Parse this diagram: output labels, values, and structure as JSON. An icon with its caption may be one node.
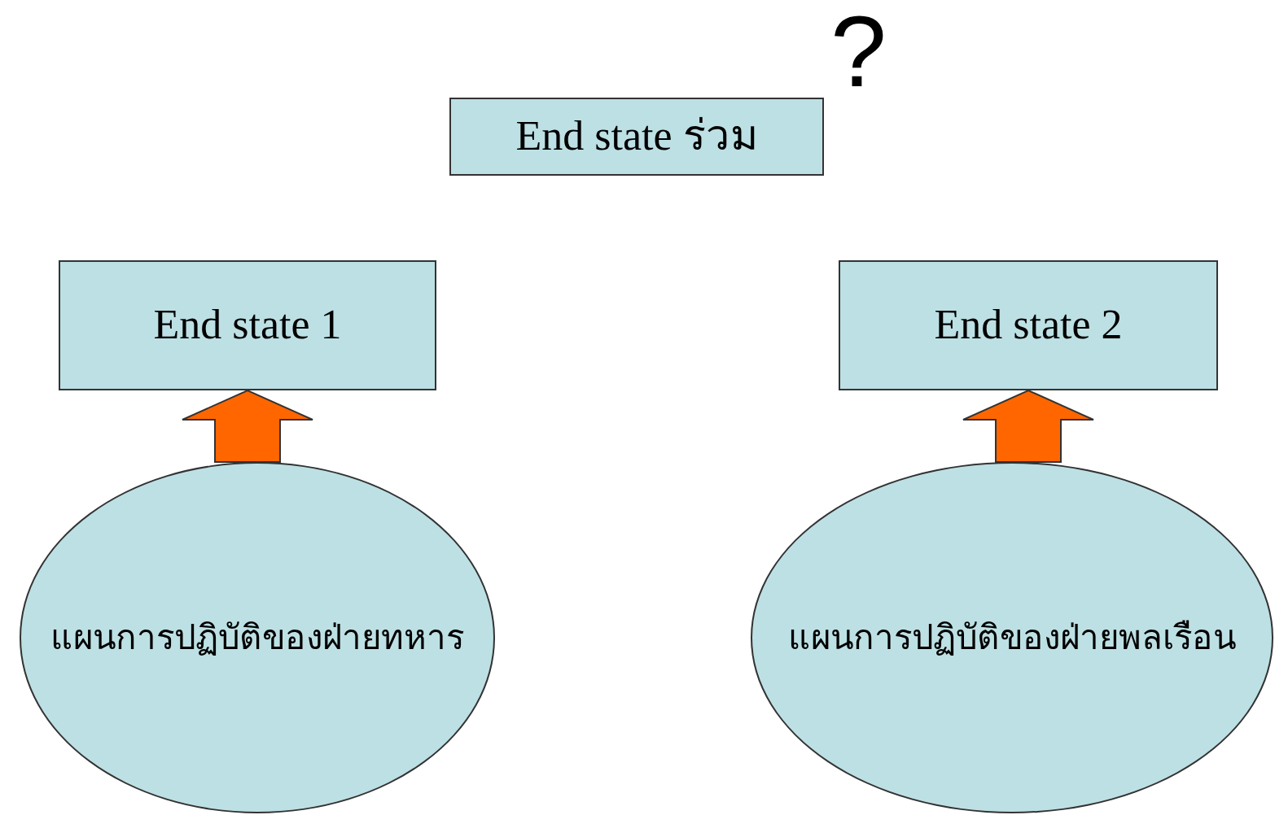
{
  "diagram": {
    "nodes": [
      {
        "text": [
          "End state ร่วม"
        ],
        "beside": [
          "?"
        ]
      },
      {
        "text": [
          "End state 1"
        ]
      },
      {
        "text": [
          "End state 2"
        ]
      },
      {
        "text": [
          "แผนการปฏิบัติของฝ่ายทหาร"
        ]
      },
      {
        "text": [
          "แผนการปฏิบัติของฝ่ายพลเรือน"
        ]
      }
    ],
    "edges": [
      {
        "from": 3,
        "to": 1,
        "arrow": "to",
        "style": "thick",
        "color": "#ff6600"
      },
      {
        "from": 4,
        "to": 2,
        "arrow": "to",
        "style": "thick",
        "color": "#ff6600"
      }
    ]
  }
}
